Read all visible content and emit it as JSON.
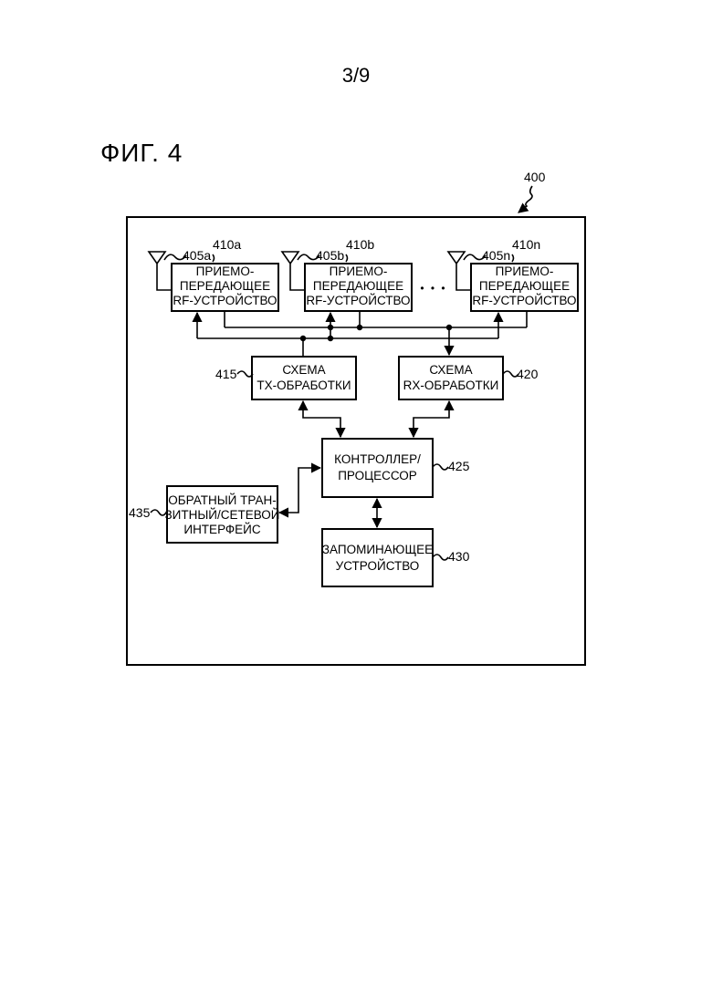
{
  "page_number": "3/9",
  "figure_title": "ФИГ. 4",
  "diagram": {
    "ref_main": "400",
    "antennas": [
      {
        "ref": "405a",
        "transceiver_ref": "410a"
      },
      {
        "ref": "405b",
        "transceiver_ref": "410b"
      },
      {
        "ref": "405n",
        "transceiver_ref": "410n"
      }
    ],
    "transceiver_lines": [
      "ПРИЕМО-",
      "ПЕРЕДАЮЩЕЕ",
      "RF-УСТРОЙСТВО"
    ],
    "ellipsis": "• • •",
    "tx": {
      "ref": "415",
      "lines": [
        "СХЕМА",
        "TX-ОБРАБОТКИ"
      ]
    },
    "rx": {
      "ref": "420",
      "lines": [
        "СХЕМА",
        "RX-ОБРАБОТКИ"
      ]
    },
    "controller": {
      "ref": "425",
      "lines": [
        "КОНТРОЛЛЕР/",
        "ПРОЦЕССОР"
      ]
    },
    "backhaul": {
      "ref": "435",
      "lines": [
        "ОБРАТНЫЙ ТРАН-",
        "ЗИТНЫЙ/СЕТЕВОЙ",
        "ИНТЕРФЕЙС"
      ]
    },
    "memory": {
      "ref": "430",
      "lines": [
        "ЗАПОМИНАЮЩЕЕ",
        "УСТРОЙСТВО"
      ]
    }
  }
}
